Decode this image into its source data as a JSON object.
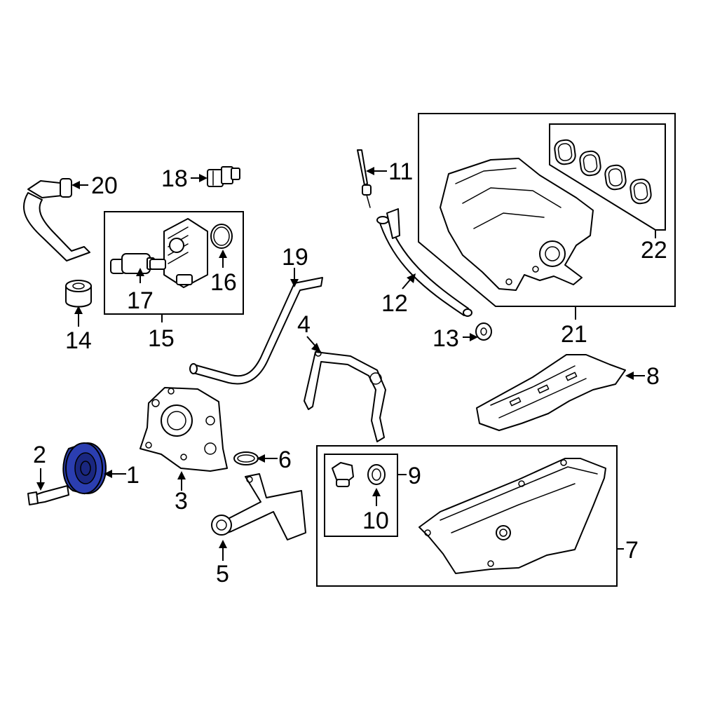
{
  "highlight_color": "#2b3eb0",
  "callouts": {
    "c1": "1",
    "c2": "2",
    "c3": "3",
    "c4": "4",
    "c5": "5",
    "c6": "6",
    "c7": "7",
    "c8": "8",
    "c9": "9",
    "c10": "10",
    "c11": "11",
    "c12": "12",
    "c13": "13",
    "c14": "14",
    "c15": "15",
    "c16": "16",
    "c17": "17",
    "c18": "18",
    "c19": "19",
    "c20": "20",
    "c21": "21",
    "c22": "22"
  },
  "highlighted_part": "1"
}
